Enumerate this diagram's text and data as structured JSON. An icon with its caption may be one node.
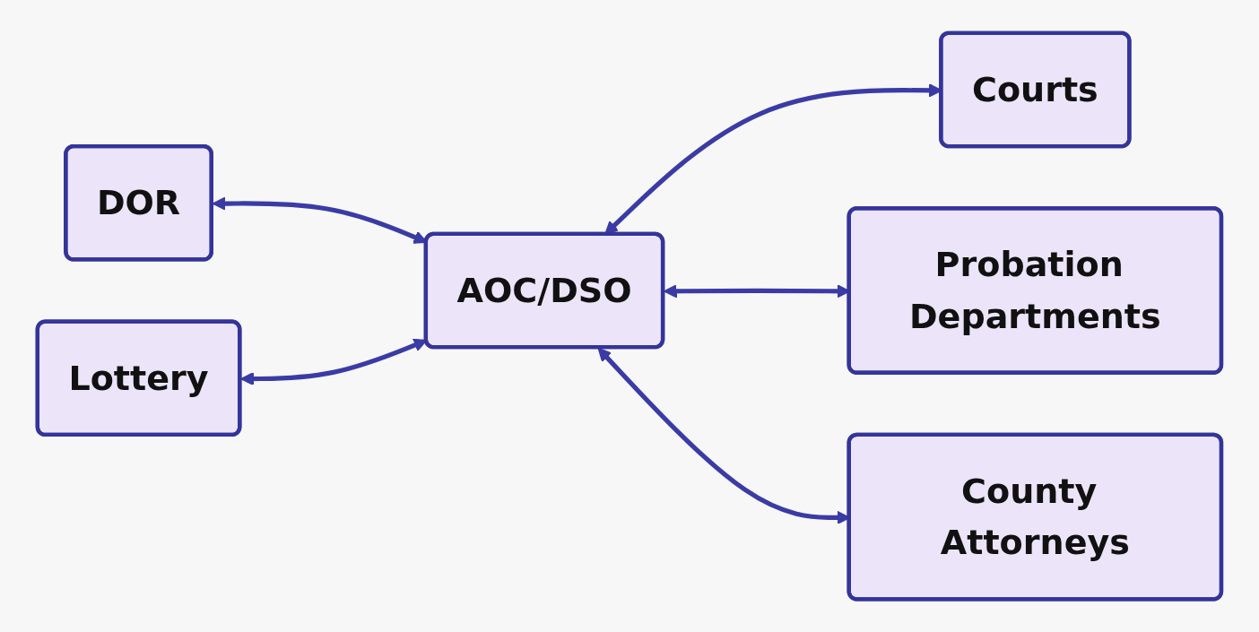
{
  "diagram": {
    "nodes": [
      {
        "text": [
          "DOR"
        ]
      },
      {
        "text": [
          "Courts"
        ]
      },
      {
        "text": [
          "AOC/DSO"
        ]
      },
      {
        "text": [
          "Probation Departments"
        ]
      },
      {
        "text": [
          "Lottery"
        ]
      },
      {
        "text": [
          "County Attorneys"
        ]
      }
    ],
    "edges": [
      {
        "from": 0,
        "to": 2,
        "arrow": "both"
      },
      {
        "from": 2,
        "to": 1,
        "arrow": "both"
      },
      {
        "from": 2,
        "to": 3,
        "arrow": "both"
      },
      {
        "from": 2,
        "to": 5,
        "arrow": "both"
      },
      {
        "from": 4,
        "to": 2,
        "arrow": "both"
      }
    ]
  }
}
